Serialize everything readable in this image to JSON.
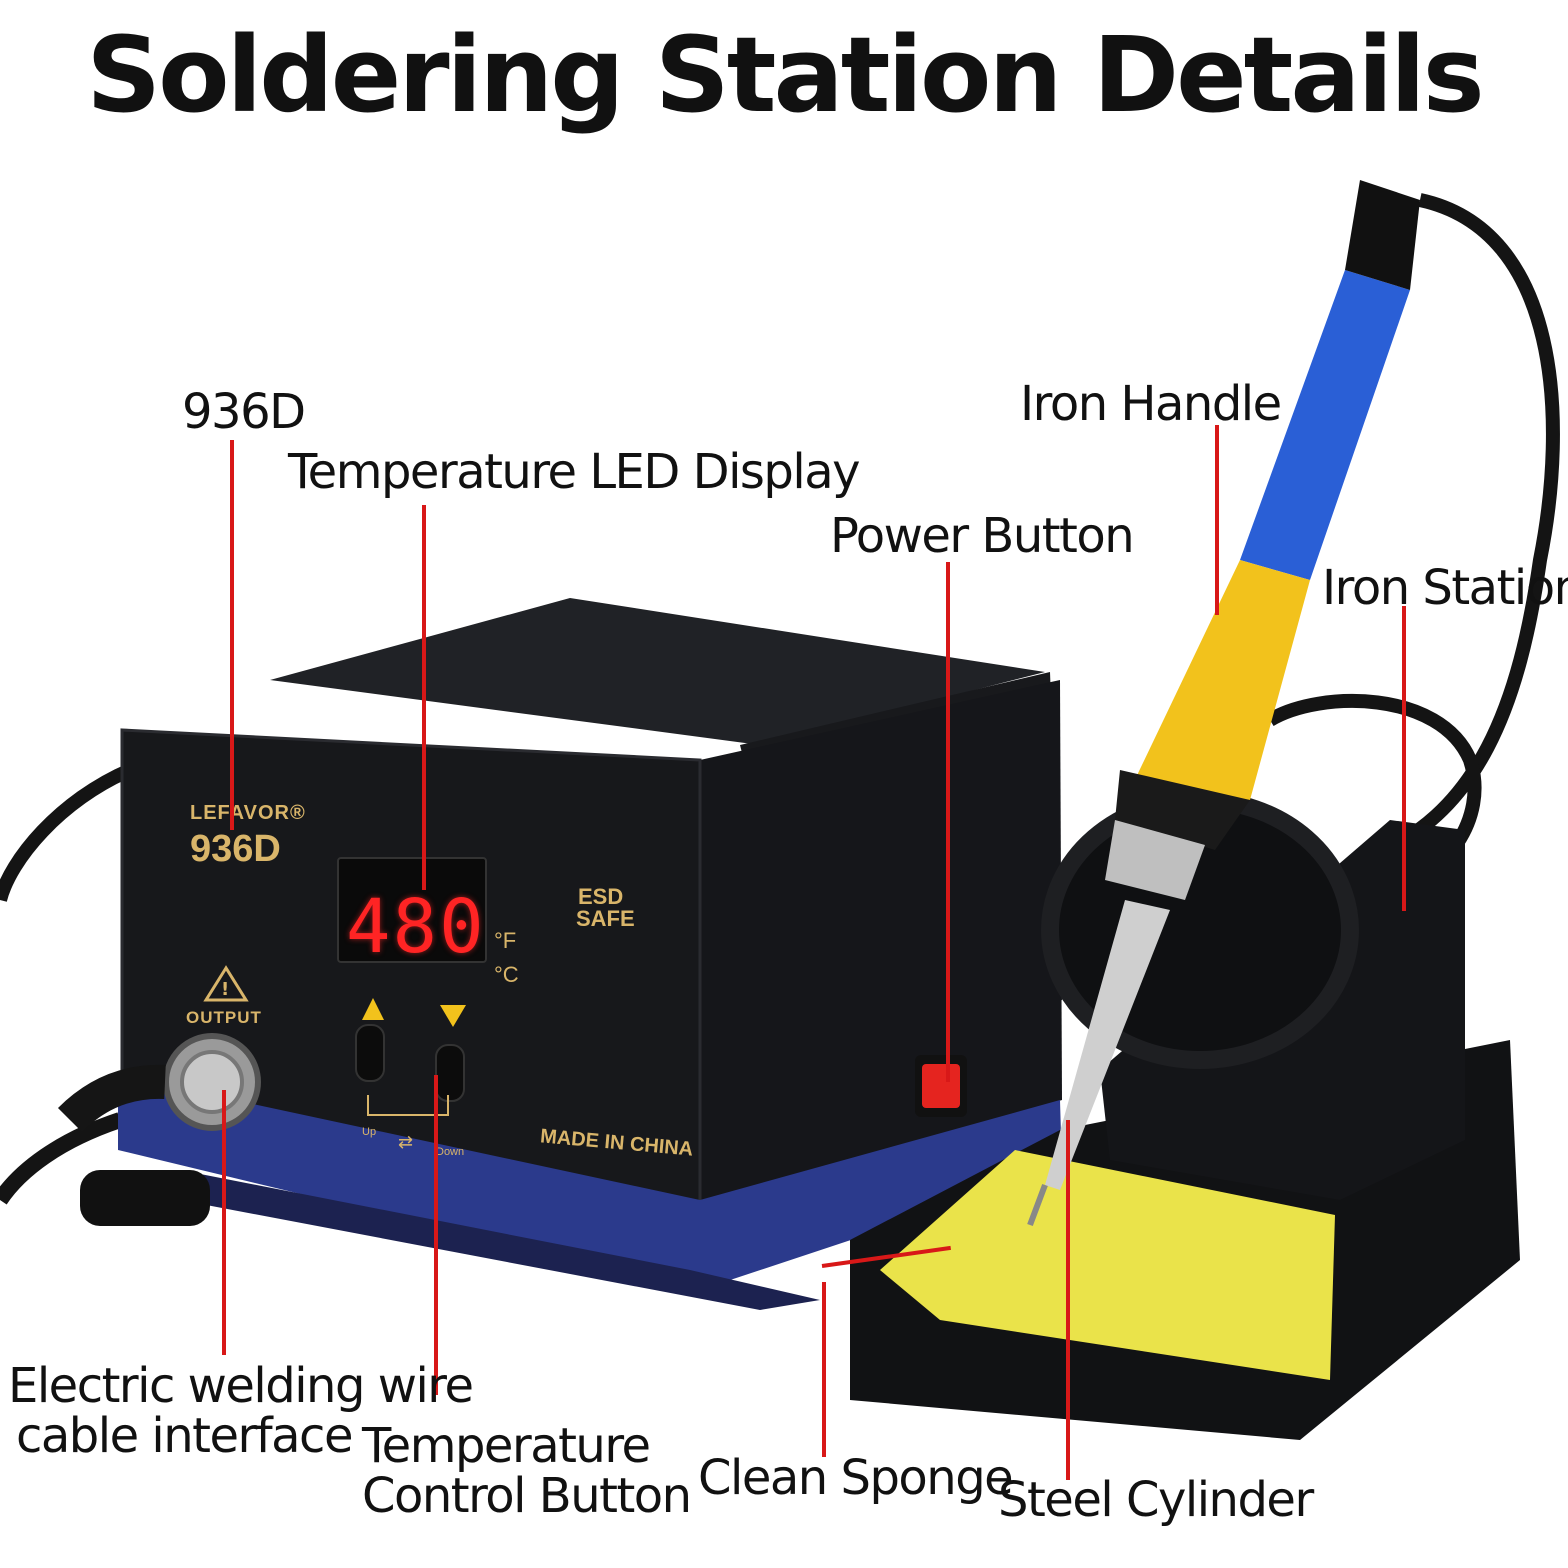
{
  "title": "Soldering Station Details",
  "device": {
    "brand": "LEFAVOR®",
    "model": "936D",
    "display_value": "480",
    "unit_f": "°F",
    "unit_c": "°C",
    "esd_line1": "ESD",
    "esd_line2": "SAFE",
    "output": "OUTPUT",
    "made_in": "MADE IN CHINA",
    "up": "Up",
    "down": "Down"
  },
  "callouts": {
    "model": "936D",
    "led_display": "Temperature LED Display",
    "power_button": "Power Button",
    "iron_handle": "Iron Handle",
    "iron_station": "Iron Station",
    "cable_interface_line1": "Electric welding wire",
    "cable_interface_line2": "cable interface",
    "temp_control_line1": "Temperature",
    "temp_control_line2": "Control Button",
    "clean_sponge": "Clean Sponge",
    "steel_cylinder": "Steel Cylinder"
  },
  "colors": {
    "leader_line": "#d81818",
    "station_body": "#1a1c20",
    "base_blue": "#2b3a8c",
    "handle_blue": "#2a5fd6",
    "grip_yellow": "#f2c21c",
    "sponge_yellow": "#eae34a",
    "led_red": "#ff2424"
  }
}
